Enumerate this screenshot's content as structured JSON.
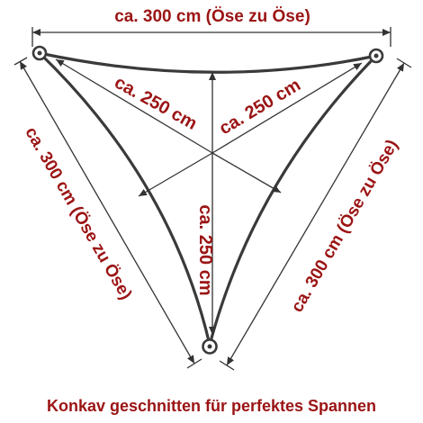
{
  "labels": {
    "top_edge": "ca. 300 cm (Öse zu Öse)",
    "left_edge": "ca. 300 cm (Öse zu Öse)",
    "right_edge": "ca. 300 cm (Öse zu Öse)",
    "inner_left": "ca. 250 cm",
    "inner_right": "ca. 250 cm",
    "inner_vertical": "ca. 250 cm"
  },
  "caption": "Konkav geschnitten für perfektes Spannen",
  "colors": {
    "label_red": "#9b1414",
    "line_gray": "#333333",
    "background": "#ffffff"
  }
}
